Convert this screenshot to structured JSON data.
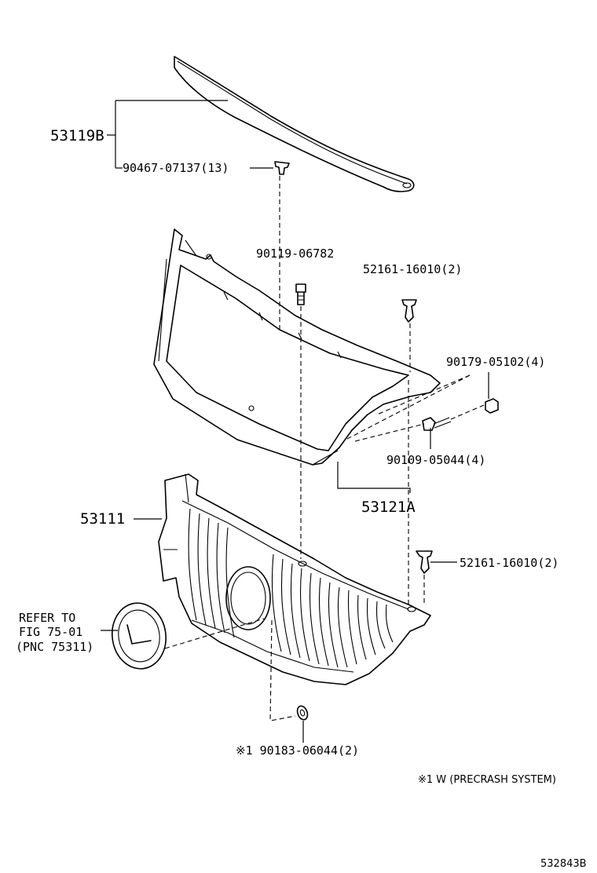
{
  "parts": {
    "molding": "53119B",
    "clip_molding": "90467-07137(13)",
    "screw_top": "90119-06782",
    "clip_top_right": "52161-16010(2)",
    "nut": "90179-05102(4)",
    "bolt": "90109-05044(4)",
    "frame": "53121A",
    "grille": "53111",
    "clip_bottom_right": "52161-16010(2)",
    "washer": "※1 90183-06044(2)"
  },
  "refer": {
    "line1": "REFER TO",
    "line2": "FIG 75-01",
    "line3": "(PNC 75311)"
  },
  "footnote": "※1 W (PRECRASH SYSTEM)",
  "diagram_id": "532843B",
  "colors": {
    "line": "#000000",
    "background": "#ffffff"
  }
}
